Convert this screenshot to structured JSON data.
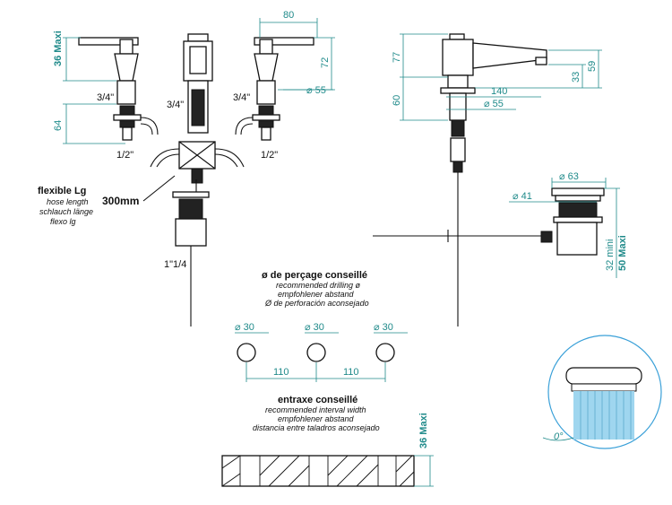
{
  "dimensions": {
    "top_width": "80",
    "left_height_top": "36 Maxi",
    "height_72": "72",
    "dia_55_left": "⌀ 55",
    "height_64": "64",
    "side_77": "77",
    "side_60": "60",
    "side_140": "140",
    "side_dia_55": "⌀ 55",
    "side_33": "33",
    "side_59": "59",
    "waste_dia_63": "⌀ 63",
    "waste_dia_41": "⌀ 41",
    "waste_32_mini": "32 mini",
    "waste_50_maxi": "50 Maxi",
    "hole_dia_1": "⌀ 30",
    "hole_dia_2": "⌀ 30",
    "hole_dia_3": "⌀ 30",
    "spacing_1": "110",
    "spacing_2": "110",
    "bottom_36_maxi": "36 Maxi",
    "angle": "0°"
  },
  "threads": {
    "left_upper": "3/4\"",
    "center_upper": "3/4\"",
    "right_upper": "3/4\"",
    "left_lower": "1/2\"",
    "right_lower": "1/2\"",
    "waste": "1\"1/4"
  },
  "hose": {
    "title": "flexible Lg",
    "line_en": "hose length",
    "line_de": "schlauch länge",
    "line_es": "flexo lg",
    "length": "300mm"
  },
  "drilling": {
    "title": "ø de perçage conseillé",
    "line_en": "recommended drilling ø",
    "line_de": "empfohlener abstand",
    "line_es": "Ø de perforación aconsejado"
  },
  "interval": {
    "title": "entraxe conseillé",
    "line_en": "recommended interval width",
    "line_de": "empfohlener abstand",
    "line_es": "distancia entre taladros aconsejado"
  },
  "colors": {
    "dimension": "#1f8a8a",
    "outline": "#111111",
    "spray": "#9fd6ef",
    "detail_circle": "#3aa0d8"
  }
}
